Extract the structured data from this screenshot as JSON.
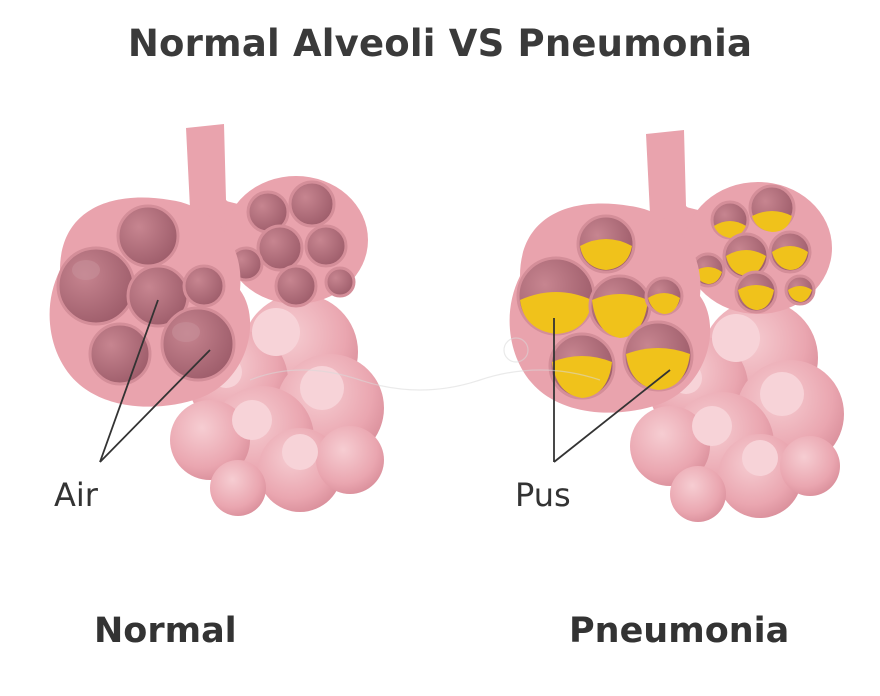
{
  "title": "Normal Alveoli VS Pneumonia",
  "labels": {
    "air": "Air",
    "pus": "Pus"
  },
  "captions": {
    "normal": "Normal",
    "pneumonia": "Pneumonia"
  },
  "colors": {
    "tissue": "#e9a3ad",
    "tissue_light": "#f2c0c6",
    "tissue_dark": "#c97d8a",
    "airspace": "#a96673",
    "airspace_dark": "#8d4b59",
    "pus": "#f0c21b",
    "pus_dark": "#c99a0f",
    "line": "#333333"
  }
}
